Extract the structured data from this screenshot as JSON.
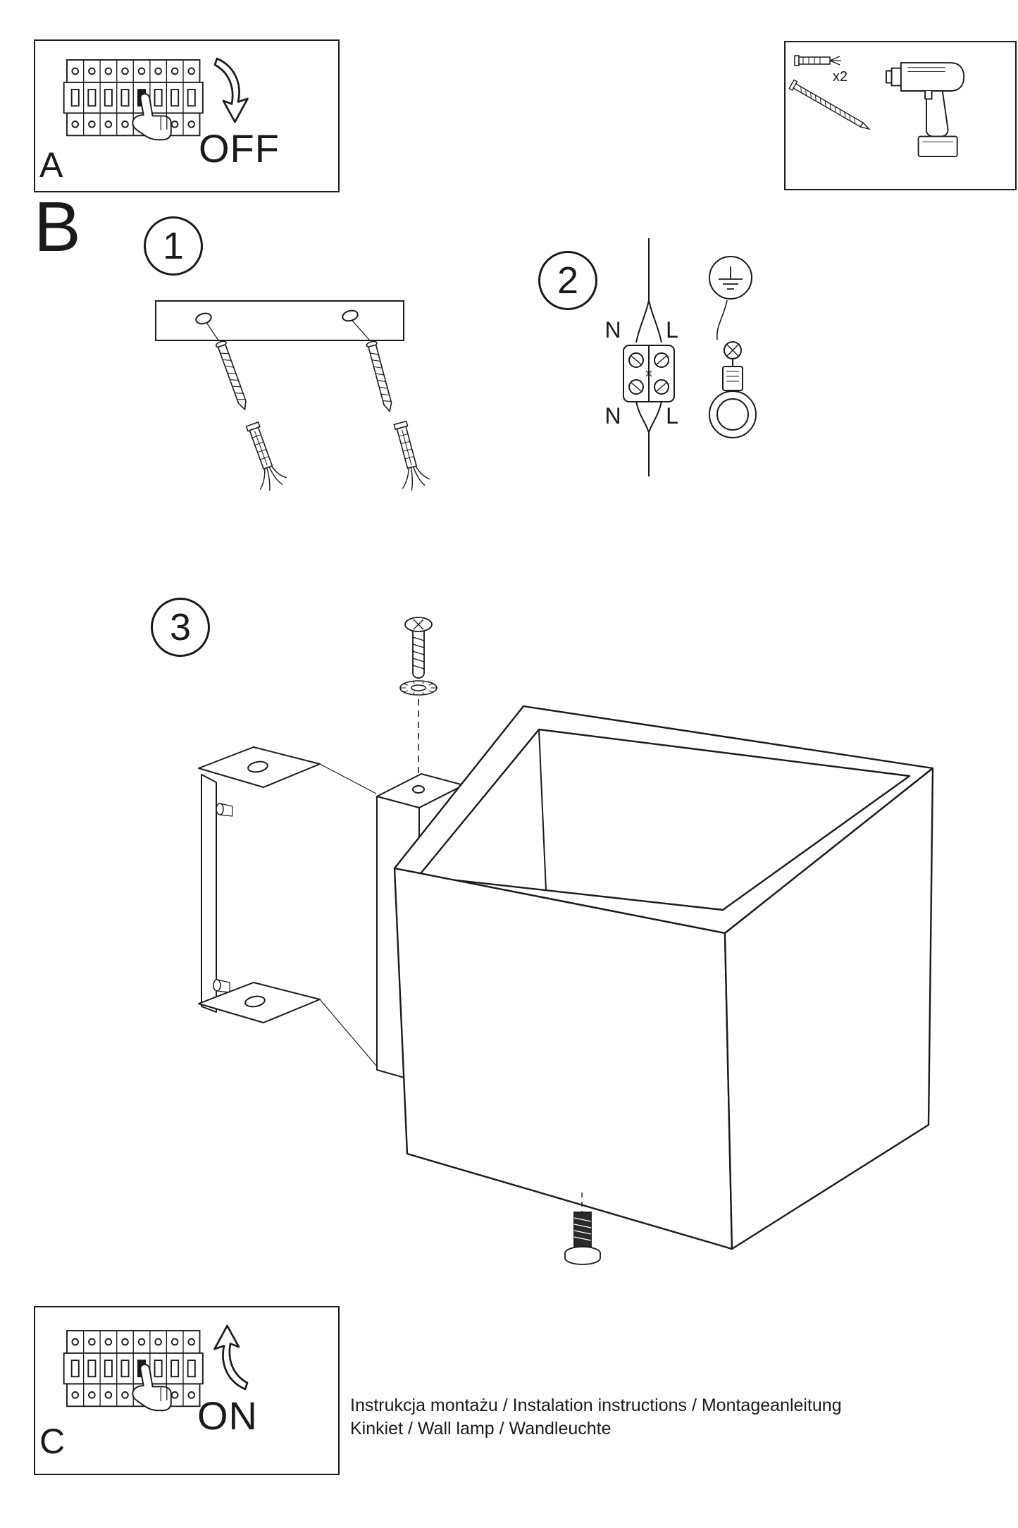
{
  "panel_a": {
    "label": "A",
    "power_state": "OFF"
  },
  "panel_c": {
    "label": "C",
    "power_state": "ON"
  },
  "section_b": {
    "label": "B"
  },
  "steps": {
    "step1": "1",
    "step2": "2",
    "step3": "3"
  },
  "tools_panel": {
    "anchor_quantity": "x2"
  },
  "wiring": {
    "top_left": "N",
    "top_right": "L",
    "bottom_left": "N",
    "bottom_right": "L"
  },
  "footer": {
    "line1": "Instrukcja montażu / Instalation instructions / Montageanleitung",
    "line2": "Kinkiet  / Wall lamp / Wandleuchte"
  },
  "colors": {
    "ink": "#1a1a1a",
    "paper": "#ffffff"
  },
  "art": {
    "panel_a": [
      "circuit-breaker-panel",
      "pointing-hand",
      "curved-arrow-down"
    ],
    "tools": [
      "wall-plug",
      "screw",
      "power-drill"
    ],
    "step1": [
      "mounting-strip",
      "screws",
      "wall-anchors"
    ],
    "step2": [
      "power-wire",
      "terminal-block",
      "earth-symbol",
      "ring-terminal"
    ],
    "step3": [
      "machine-screw",
      "lock-washer",
      "mounting-bracket",
      "wall-mount-box",
      "cube-lampshade",
      "locking-screw"
    ],
    "panel_c": [
      "circuit-breaker-panel",
      "pointing-hand",
      "curved-arrow-up"
    ]
  }
}
